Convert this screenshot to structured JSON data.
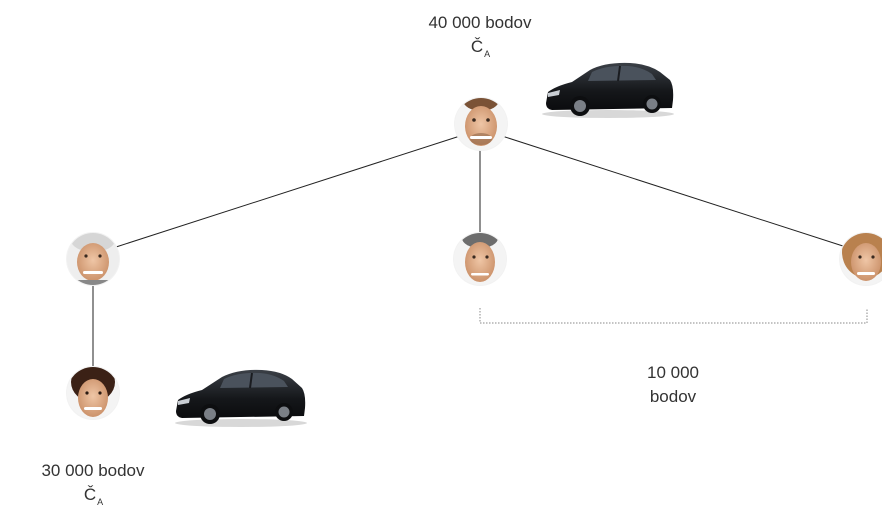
{
  "top": {
    "points": "40 000 bodov",
    "ca_main": "Č",
    "ca_sub": "A"
  },
  "bottom_left": {
    "points": "30 000 bodov",
    "ca_main": "Č",
    "ca_sub": "A"
  },
  "bracket": {
    "line1": "10 000",
    "line2": "bodov"
  },
  "colors": {
    "line": "#222222",
    "bracket": "#888888",
    "car_body": "#1c1e22",
    "car_window": "#3a4048",
    "skin": "#e3b594",
    "text": "#333333"
  },
  "icons": [
    "person-avatar-top-icon",
    "person-avatar-left-icon",
    "person-avatar-middle-icon",
    "person-avatar-right-icon",
    "person-avatar-bottom-icon",
    "car-top-icon",
    "car-bottom-icon"
  ]
}
